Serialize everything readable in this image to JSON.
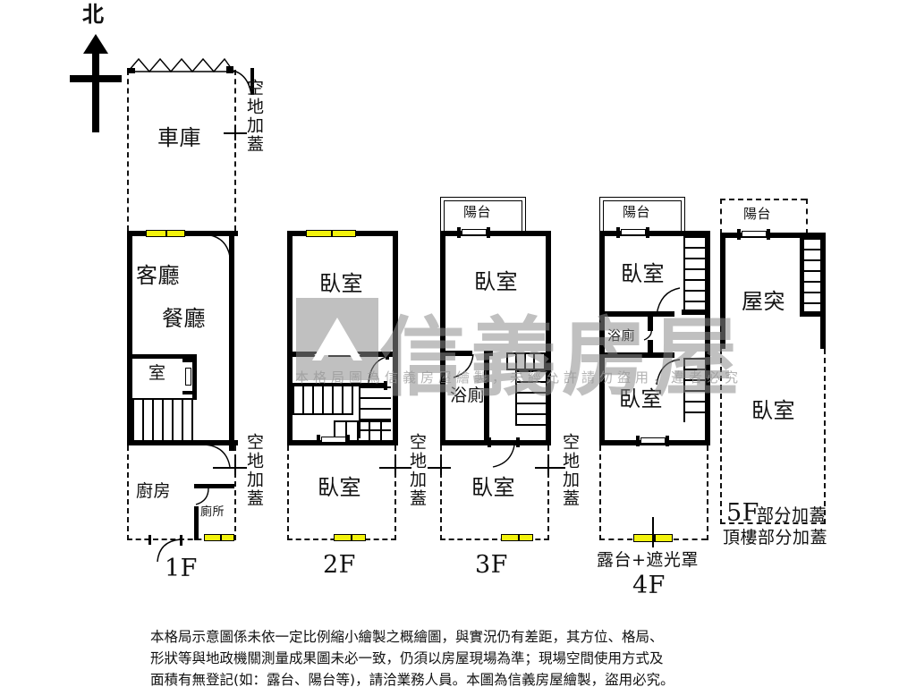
{
  "compass": {
    "label": "北"
  },
  "watermark": {
    "brand": "信義房屋",
    "notice": "本格局圖為信義房屋繪製，未經允許請勿盜用，違者必究",
    "logo_glyph": "⌂"
  },
  "floors": [
    {
      "id": "1F",
      "floor_label": "1F",
      "rooms": [
        {
          "name": "車庫",
          "kind": "garage"
        },
        {
          "name": "客廳",
          "kind": "living-room"
        },
        {
          "name": "餐廳",
          "kind": "dining-room"
        },
        {
          "name": "室",
          "kind": "room"
        },
        {
          "name": "廚房",
          "kind": "kitchen"
        },
        {
          "name": "廁所",
          "kind": "toilet"
        }
      ],
      "annotations": [
        {
          "text": "空地加蓋",
          "kind": "open-land-extension",
          "position": "upper-right"
        },
        {
          "text": "空地加蓋",
          "kind": "open-land-extension",
          "position": "lower-right"
        }
      ]
    },
    {
      "id": "2F",
      "floor_label": "2F",
      "rooms": [
        {
          "name": "臥室",
          "kind": "bedroom"
        },
        {
          "name": "臥室",
          "kind": "bedroom"
        }
      ],
      "annotations": [
        {
          "text": "空地加蓋",
          "kind": "open-land-extension",
          "position": "lower-right"
        }
      ]
    },
    {
      "id": "3F",
      "floor_label": "3F",
      "rooms": [
        {
          "name": "陽台",
          "kind": "balcony"
        },
        {
          "name": "臥室",
          "kind": "bedroom"
        },
        {
          "name": "浴廁",
          "kind": "bathroom"
        },
        {
          "name": "臥室",
          "kind": "bedroom"
        }
      ],
      "annotations": [
        {
          "text": "空地加蓋",
          "kind": "open-land-extension",
          "position": "lower-right"
        }
      ]
    },
    {
      "id": "4F",
      "floor_label": "4F",
      "rooms": [
        {
          "name": "陽台",
          "kind": "balcony"
        },
        {
          "name": "臥室",
          "kind": "bedroom"
        },
        {
          "name": "浴廁",
          "kind": "bathroom"
        },
        {
          "name": "臥室",
          "kind": "bedroom"
        }
      ],
      "annotations": [
        {
          "text": "露台+遮光罩",
          "kind": "terrace-sunshade",
          "position": "bottom"
        }
      ]
    },
    {
      "id": "5F",
      "floor_label": "5F",
      "floor_label_suffix": "部分加蓋",
      "floor_note": "頂樓部分加蓋",
      "rooms": [
        {
          "name": "陽台",
          "kind": "balcony"
        },
        {
          "name": "屋突",
          "kind": "penthouse-structure"
        },
        {
          "name": "臥室",
          "kind": "bedroom"
        }
      ],
      "annotations": []
    }
  ],
  "footer": {
    "line1": "本格局示意圖係未依一定比例縮小繪製之概繪圖，與實況仍有差距，其方位、格局、",
    "line2": "形狀等與地政機關測量成果圖未必一致，仍須以房屋現場為準；現場空間使用方式及",
    "line3": "面積有無登記(如：露台、陽台等)，請洽業務人員。本圖為信義房屋繪製，盜用必究。"
  },
  "colors": {
    "wall": "#000000",
    "window": "#f2f20c",
    "watermark": "#8c8c8c",
    "background": "#ffffff"
  }
}
